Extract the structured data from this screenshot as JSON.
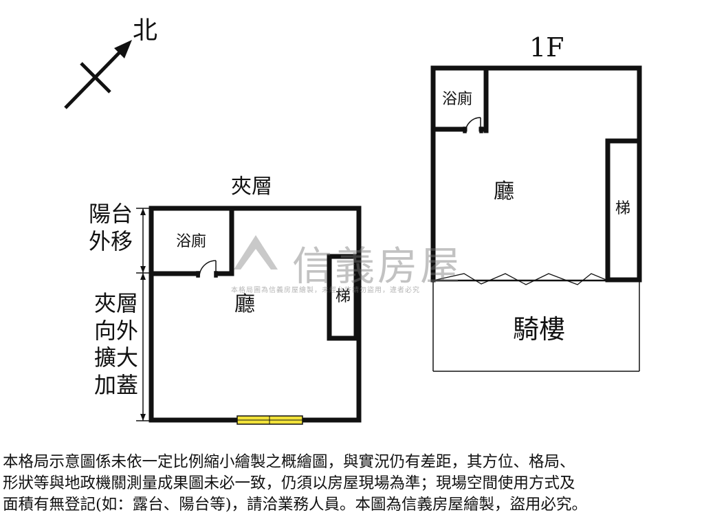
{
  "compass": {
    "north": "北"
  },
  "floor_1f": {
    "title": "1F",
    "bath": "浴廁",
    "hall": "廳",
    "stair": "梯",
    "arcade": "騎樓"
  },
  "mezzanine": {
    "title": "夾層",
    "balcony_note": [
      "陽台",
      "外移"
    ],
    "expansion_note": [
      "夾層",
      "向外",
      "擴大",
      "加蓋"
    ],
    "bath": "浴廁",
    "hall": "廳",
    "stair": "梯"
  },
  "watermark": {
    "brand": "信義房屋",
    "notice": "本格局圖為信義房屋繪製，未經允許請勿盜用，違者必究"
  },
  "disclaimer": [
    "本格局示意圖係未依一定比例縮小繪製之概繪圖，與實況仍有差距，其方位、格局、",
    "形狀等與地政機關測量成果圖未必一致，仍須以房屋現場為準；現場空間使用方式及",
    "面積有無登記(如：露台、陽台等)，請洽業務人員。本圖為信義房屋繪製，盜用必究。"
  ],
  "colors": {
    "wall": "#111111",
    "window": "#f2e23a",
    "watermark": "#8a8a8a"
  }
}
